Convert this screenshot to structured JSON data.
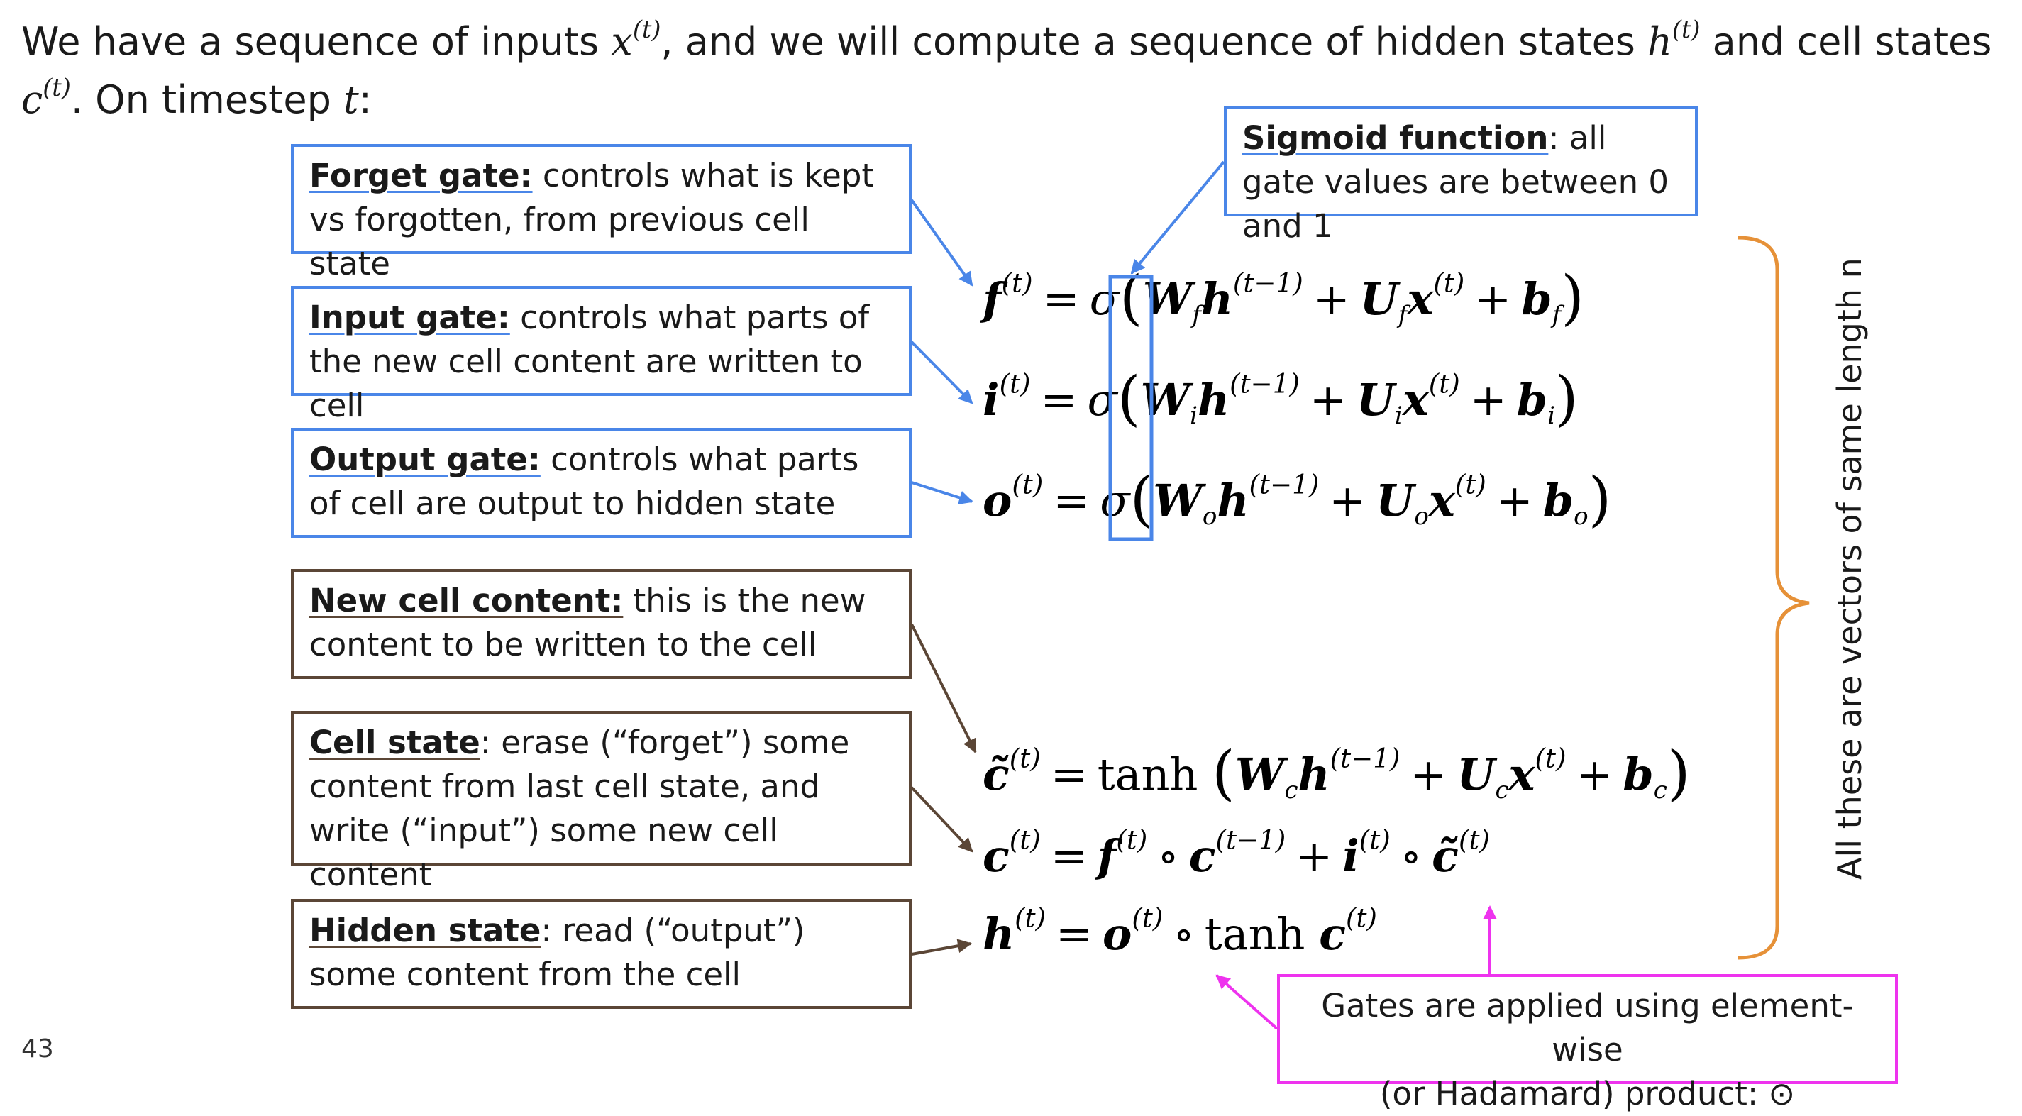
{
  "intro": {
    "p1": "We have a sequence of inputs ",
    "x": "x",
    "t": "(t)",
    "p2": ", and we will compute a sequence of hidden states ",
    "h": "h",
    "p3": " and cell states",
    "c": "c",
    "p4": ".  On timestep ",
    "tvar": "t",
    "p5": ":"
  },
  "boxes": {
    "forget": {
      "title": "Forget gate:",
      "text": " controls what is kept vs forgotten, from previous cell state"
    },
    "input": {
      "title": "Input gate:",
      "text": " controls what parts of the new cell content are written to cell"
    },
    "output": {
      "title": "Output gate:",
      "text": " controls what parts of cell are output to hidden state"
    },
    "newcell": {
      "title": "New cell content:",
      "text": " this is the new content to be written to the cell"
    },
    "cellstate": {
      "title": "Cell state",
      "text": ": erase (“forget”) some content from last cell state, and write (“input”) some new cell content"
    },
    "hidden": {
      "title": "Hidden state",
      "text": ": read (“output”) some content from the cell"
    },
    "sigmoid": {
      "title": "Sigmoid function",
      "text": ": all gate values are between 0 and 1"
    },
    "hadamard": {
      "line1": "Gates are applied using element-wise",
      "line2": "(or Hadamard) product: ⊙"
    }
  },
  "side_label": "All these are vectors of same length n",
  "page_number": "43",
  "colors": {
    "gate_box": "#4a86e8",
    "state_box": "#5b4636",
    "hadamard_box": "#ee33ee",
    "brace": "#e69138"
  }
}
